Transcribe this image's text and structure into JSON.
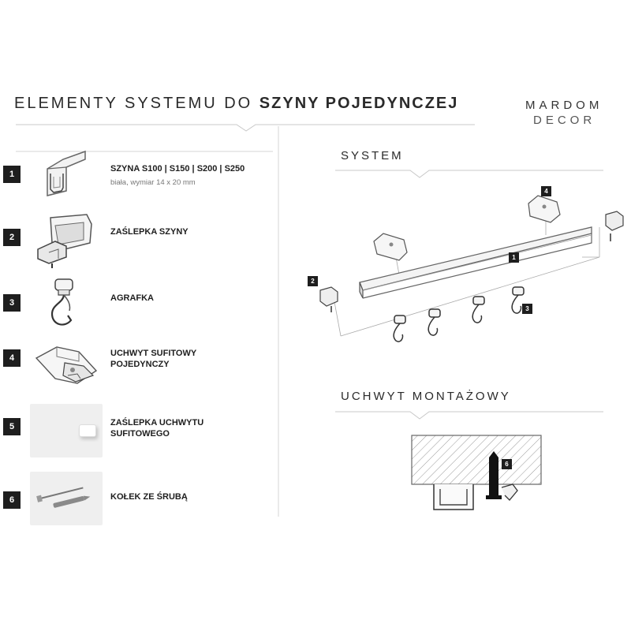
{
  "header": {
    "title_regular": "ELEMENTY SYSTEMU DO ",
    "title_bold": "SZYNY POJEDYNCZEJ",
    "brand_line1": "MARDOM",
    "brand_line2": "DECOR"
  },
  "elements": [
    {
      "num": "1",
      "label": "SZYNA S100 | S150 | S200 | S250",
      "sub": "biała, wymiar 14 x 20 mm"
    },
    {
      "num": "2",
      "label": "ZAŚLEPKA SZYNY"
    },
    {
      "num": "3",
      "label": "AGRAFKA"
    },
    {
      "num": "4",
      "label": "UCHWYT SUFITOWY POJEDYNCZY"
    },
    {
      "num": "5",
      "label": "ZAŚLEPKA UCHWYTU SUFITOWEGO"
    },
    {
      "num": "6",
      "label": "KOŁEK ZE ŚRUBĄ"
    }
  ],
  "system": {
    "title": "SYSTEM",
    "callouts": [
      "1",
      "2",
      "3",
      "4"
    ]
  },
  "mount": {
    "title": "UCHWYT MONTAŻOWY",
    "callout": "6"
  },
  "colors": {
    "dark": "#1e1e1e",
    "line": "#cccccc",
    "photo_bg": "#efefef"
  }
}
